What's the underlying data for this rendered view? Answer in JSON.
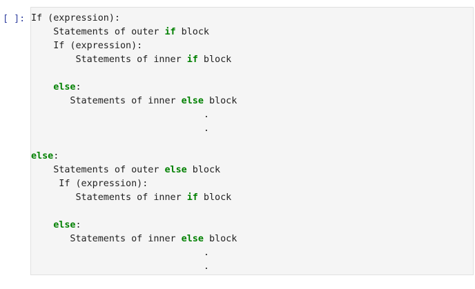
{
  "cell": {
    "prompt": "[ ]:",
    "lines": [
      [
        {
          "t": "If (expression):"
        }
      ],
      [
        {
          "t": "    Statements of outer "
        },
        {
          "t": "if",
          "kw": true
        },
        {
          "t": " block"
        }
      ],
      [
        {
          "t": "    If (expression):"
        }
      ],
      [
        {
          "t": "        Statements of inner "
        },
        {
          "t": "if",
          "kw": true
        },
        {
          "t": " block"
        }
      ],
      [],
      [
        {
          "t": "    "
        },
        {
          "t": "else",
          "kw": true
        },
        {
          "t": ":"
        }
      ],
      [
        {
          "t": "       Statements of inner "
        },
        {
          "t": "else",
          "kw": true
        },
        {
          "t": " block"
        }
      ],
      [
        {
          "t": "                               ."
        }
      ],
      [
        {
          "t": "                               ."
        }
      ],
      [],
      [
        {
          "t": "else",
          "kw": true
        },
        {
          "t": ":"
        }
      ],
      [
        {
          "t": "    Statements of outer "
        },
        {
          "t": "else",
          "kw": true
        },
        {
          "t": " block"
        }
      ],
      [
        {
          "t": "     If (expression):"
        }
      ],
      [
        {
          "t": "        Statements of inner "
        },
        {
          "t": "if",
          "kw": true
        },
        {
          "t": " block"
        }
      ],
      [],
      [
        {
          "t": "    "
        },
        {
          "t": "else",
          "kw": true
        },
        {
          "t": ":"
        }
      ],
      [
        {
          "t": "       Statements of inner "
        },
        {
          "t": "else",
          "kw": true
        },
        {
          "t": " block"
        }
      ],
      [
        {
          "t": "                               ."
        }
      ],
      [
        {
          "t": "                               ."
        }
      ]
    ]
  },
  "colors": {
    "keyword": "#008000",
    "prompt": "#303f9f",
    "cell_background": "#f5f5f5"
  }
}
